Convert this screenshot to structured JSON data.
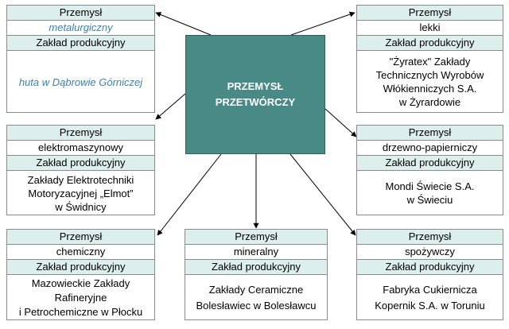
{
  "center": {
    "line1": "PRZEMYSŁ",
    "line2": "PRZETWÓRCZY"
  },
  "cards": [
    {
      "id": "metalurgiczny",
      "industry_label": "Przemysł",
      "industry": "metalurgiczny",
      "plant_label": "Zakład produkcyjny",
      "plant": [
        "huta w Dąbrowie Górniczej"
      ],
      "highlight": true
    },
    {
      "id": "lekki",
      "industry_label": "Przemysł",
      "industry": "lekki",
      "plant_label": "Zakład produkcyjny",
      "plant": [
        "\"Żyratex\" Zakłady",
        "Technicznych Wyrobów",
        "Włókienniczych S.A.",
        "w Żyrardowie"
      ],
      "highlight": false
    },
    {
      "id": "elektromaszynowy",
      "industry_label": "Przemysł",
      "industry": "elektromaszynowy",
      "plant_label": "Zakład produkcyjny",
      "plant": [
        "Zakłady Elektrotechniki",
        "Motoryzacyjnej „Elmot”",
        "w Świdnicy"
      ],
      "highlight": false
    },
    {
      "id": "drzewno-papierniczy",
      "industry_label": "Przemysł",
      "industry": "drzewno-papierniczy",
      "plant_label": "Zakład produkcyjny",
      "plant": [
        "Mondi Świecie S.A.",
        "w Świeciu"
      ],
      "highlight": false
    },
    {
      "id": "chemiczny",
      "industry_label": "Przemysł",
      "industry": "chemiczny",
      "plant_label": "Zakład produkcyjny",
      "plant": [
        "Mazowieckie Zakłady",
        "Rafineryjne",
        "i Petrochemiczne w Płocku"
      ],
      "highlight": false
    },
    {
      "id": "mineralny",
      "industry_label": "Przemysł",
      "industry": "mineralny",
      "plant_label": "Zakład produkcyjny",
      "plant": [
        "Zakłady Ceramiczne",
        "Bolesławiec w Bolesławcu"
      ],
      "highlight": false
    },
    {
      "id": "spozywczy",
      "industry_label": "Przemysł",
      "industry": "spożywczy",
      "plant_label": "Zakład produkcyjny",
      "plant": [
        "Fabryka Cukiernicza",
        "Kopernik S.A. w Toruniu"
      ],
      "highlight": false
    }
  ]
}
